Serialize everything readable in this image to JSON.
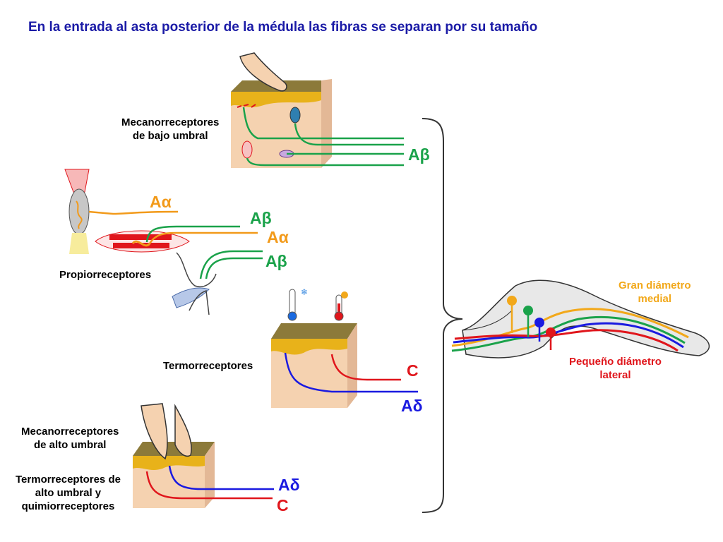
{
  "title": "En la entrada al asta posterior de la médula las fibras se separan por su tamaño",
  "labels": {
    "mecano_bajo": [
      "Mecanorreceptores",
      "de bajo umbral"
    ],
    "propio": "Propiorreceptores",
    "termo": "Termorreceptores",
    "mecano_alto": [
      "Mecanorreceptores",
      "de alto umbral"
    ],
    "termo_alto": [
      "Termorreceptores de",
      "alto umbral y",
      "quimiorreceptores"
    ],
    "gran": [
      "Gran diámetro",
      "medial"
    ],
    "pequeno": [
      "Pequeño diámetro",
      "lateral"
    ]
  },
  "fibers": {
    "ab1": "Aβ",
    "aa1": "Aα",
    "ab2": "Aβ",
    "aa2": "Aα",
    "ab3": "Aβ",
    "c1": "C",
    "ad1": "Aδ",
    "ad2": "Aδ",
    "c2": "C"
  },
  "colors": {
    "title": "#1a1aa6",
    "abeta": "#1aa24a",
    "aalpha": "#f29a1a",
    "c_fiber": "#e0161c",
    "adelta": "#1a1ae0",
    "skin_top": "#e8b21a",
    "skin_body": "#f5d2b0",
    "large_label": "#f2a81a",
    "small_label": "#e0161c"
  }
}
